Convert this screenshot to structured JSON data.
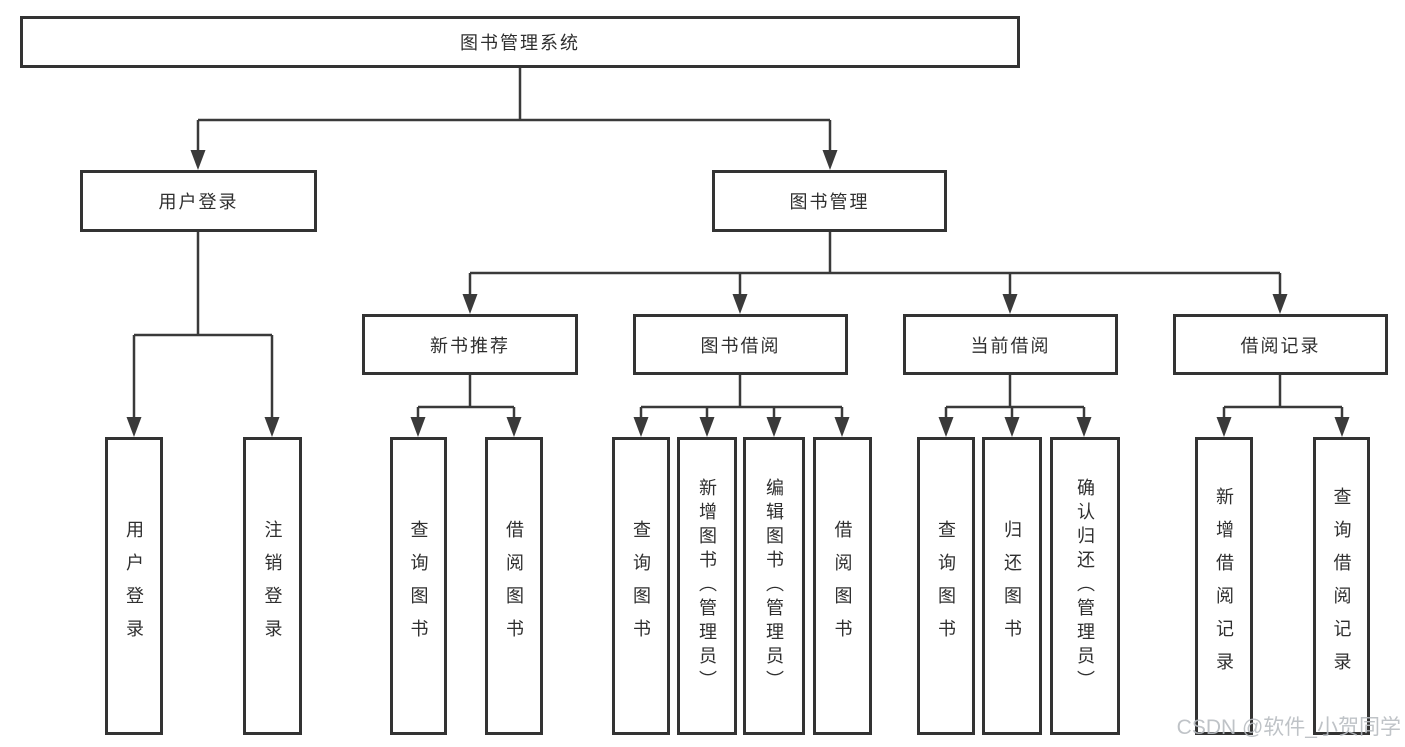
{
  "diagram": {
    "root": {
      "label": "图书管理系统"
    },
    "login": {
      "label": "用户登录",
      "children": [
        {
          "label": "用户登录"
        },
        {
          "label": "注销登录"
        }
      ]
    },
    "management": {
      "label": "图书管理",
      "sections": [
        {
          "label": "新书推荐",
          "children": [
            {
              "label": "查询图书"
            },
            {
              "label": "借阅图书"
            }
          ]
        },
        {
          "label": "图书借阅",
          "children": [
            {
              "label": "查询图书"
            },
            {
              "label": "新增图书（管理员）"
            },
            {
              "label": "编辑图书（管理员）"
            },
            {
              "label": "借阅图书"
            }
          ]
        },
        {
          "label": "当前借阅",
          "children": [
            {
              "label": "查询图书"
            },
            {
              "label": "归还图书"
            },
            {
              "label": "确认归还（管理员）"
            }
          ]
        },
        {
          "label": "借阅记录",
          "children": [
            {
              "label": "新增借阅记录"
            },
            {
              "label": "查询借阅记录"
            }
          ]
        }
      ]
    }
  },
  "watermark": {
    "text": "CSDN @软件_小贺同学"
  },
  "colors": {
    "line": "#3a3a3a",
    "border": "#333333",
    "text": "#2f2f2f",
    "background": "#ffffff",
    "watermark": "#b9bdc2"
  }
}
